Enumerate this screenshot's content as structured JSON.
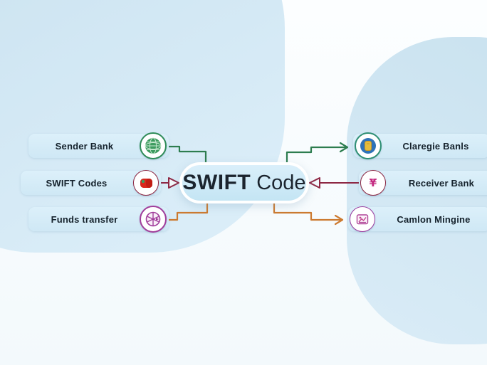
{
  "center": {
    "title_bold": "SWIFT",
    "title_regular": "Code"
  },
  "left_items": [
    {
      "label": "Sender Bank",
      "icon": "globe-bank-icon",
      "accent": "#2e8b57",
      "connector": {
        "color": "#2d7d4f",
        "direction": "from-center",
        "arrowhead": "chevron"
      }
    },
    {
      "label": "SWIFT Codes",
      "icon": "bank-card-icon",
      "accent": "#8e2844",
      "connector": {
        "color": "#8e2844",
        "direction": "to-center",
        "arrowhead": "hollow-triangle"
      }
    },
    {
      "label": "Funds transfer",
      "icon": "transfer-globe-icon",
      "accent": "#a13d9b",
      "connector": {
        "color": "#cc7a30",
        "direction": "from-center",
        "arrowhead": "chevron"
      }
    }
  ],
  "right_items": [
    {
      "label": "Claregie Banls",
      "icon": "coin-bag-icon",
      "accent": "#2e8f74",
      "connector": {
        "color": "#2d7d4f",
        "direction": "from-center",
        "arrowhead": "chevron"
      }
    },
    {
      "label": "Receiver Bank",
      "icon": "currency-icon",
      "accent": "#8e2844",
      "connector": {
        "color": "#8e2844",
        "direction": "to-center",
        "arrowhead": "hollow-triangle"
      }
    },
    {
      "label": "Camlon Mingine",
      "icon": "chart-image-icon",
      "accent": "#9a3a9e",
      "connector": {
        "color": "#cc7a30",
        "direction": "from-center",
        "arrowhead": "chevron"
      }
    }
  ],
  "colors": {
    "connector_green": "#2d7d4f",
    "connector_maroon": "#8e2844",
    "connector_orange": "#cc7a30",
    "pill_fill": "#d6ecf8",
    "center_pill_fill": "#cde8f6",
    "background_blob": "#cfe6f2",
    "text": "#15222c"
  }
}
